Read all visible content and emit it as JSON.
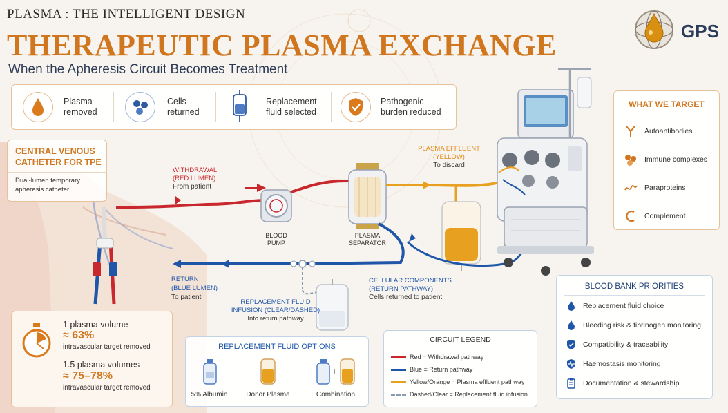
{
  "header": {
    "kicker": "PLASMA : THE INTELLIGENT DESIGN",
    "title": "THERAPEUTIC PLASMA EXCHANGE",
    "subtitle": "When the Apheresis Circuit Becomes Treatment",
    "logo_text": "GPS"
  },
  "steps": [
    {
      "line1": "Plasma",
      "line2": "removed",
      "icon": "drop-icon"
    },
    {
      "line1": "Cells",
      "line2": "returned",
      "icon": "cells-icon"
    },
    {
      "line1": "Replacement",
      "line2": "fluid selected",
      "icon": "bag-icon"
    },
    {
      "line1": "Pathogenic",
      "line2": "burden reduced",
      "icon": "shield-check-icon"
    }
  ],
  "catheter": {
    "title_line1": "CENTRAL VENOUS",
    "title_line2": "CATHETER FOR TPE",
    "desc_line1": "Dual-lumen temporary",
    "desc_line2": "apheresis catheter"
  },
  "circuit_labels": {
    "withdrawal_title1": "WITHDRAWAL",
    "withdrawal_title2": "(RED LUMEN)",
    "withdrawal_sub": "From patient",
    "pump_line1": "BLOOD",
    "pump_line2": "PUMP",
    "separator_line1": "PLASMA",
    "separator_line2": "SEPARATOR",
    "effluent_title1": "PLASMA EFFLUENT",
    "effluent_title2": "(YELLOW)",
    "effluent_sub": "To discard",
    "return_title1": "RETURN",
    "return_title2": "(BLUE LUMEN)",
    "return_sub": "To patient",
    "replacement_title1": "REPLACEMENT FLUID",
    "replacement_title2": "INFUSION (CLEAR/DASHED)",
    "replacement_sub": "Into return pathway",
    "cellular_title1": "CELLULAR COMPONENTS",
    "cellular_title2": "(RETURN PATHWAY)",
    "cellular_sub": "Cells returned to patient"
  },
  "volumes": [
    {
      "label": "1 plasma volume",
      "value": "≈ 63%",
      "desc": "intravascular target removed"
    },
    {
      "label": "1.5 plasma volumes",
      "value": "≈ 75–78%",
      "desc": "intravascular target removed"
    }
  ],
  "replacement_options": {
    "title": "REPLACEMENT FLUID OPTIONS",
    "items": [
      "5% Albumin",
      "Donor Plasma",
      "Combination"
    ],
    "plus": "+"
  },
  "legend": {
    "title": "CIRCUIT LEGEND",
    "items": [
      {
        "text": "Red = Withdrawal pathway",
        "color": "#c8282d"
      },
      {
        "text": "Blue = Return pathway",
        "color": "#1f56a8"
      },
      {
        "text": "Yellow/Orange = Plasma effluent pathway",
        "color": "#e8a020"
      },
      {
        "text": "Dashed/Clear = Replacement fluid infusion",
        "color": "#8a9bb0"
      }
    ]
  },
  "targets": {
    "title": "WHAT WE TARGET",
    "items": [
      {
        "text": "Autoantibodies",
        "icon": "antibody-icon"
      },
      {
        "text": "Immune complexes",
        "icon": "immune-complex-icon"
      },
      {
        "text": "Paraproteins",
        "icon": "paraprotein-icon"
      },
      {
        "text": "Complement",
        "icon": "complement-icon"
      }
    ]
  },
  "priorities": {
    "title": "BLOOD BANK PRIORITIES",
    "items": [
      {
        "text": "Replacement fluid choice",
        "icon": "drop-icon"
      },
      {
        "text": "Bleeding risk & fibrinogen monitoring",
        "icon": "drop-icon"
      },
      {
        "text": "Compatibility & traceability",
        "icon": "shield-check-icon"
      },
      {
        "text": "Haemostasis monitoring",
        "icon": "heartbeat-shield-icon"
      },
      {
        "text": "Documentation & stewardship",
        "icon": "clipboard-icon"
      }
    ]
  }
}
